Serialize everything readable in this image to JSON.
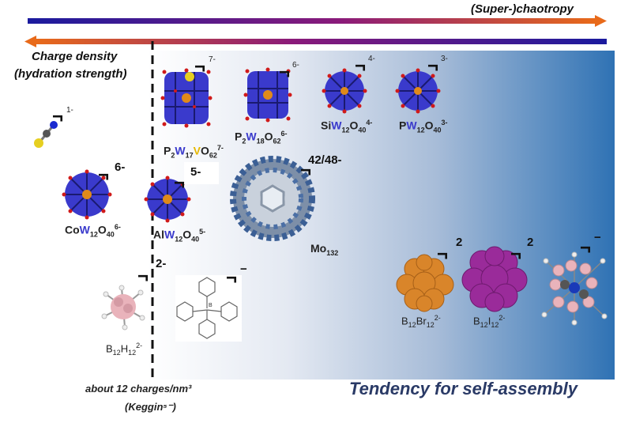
{
  "top_arrow_label": "(Super-)chaotropy",
  "left_axis_label_1": "Charge density",
  "left_axis_label_2": "(hydration strength)",
  "bottom_label_1": "about 12 charges/nm³",
  "bottom_label_2": "(Keggin⁵⁻)",
  "tendency_label": "Tendency for self-assembly",
  "colors": {
    "arrow_start": "#1a1a9e",
    "arrow_mid": "#9b1a6e",
    "arrow_end": "#e86a1a",
    "panel_dark": "#2f72b4",
    "polyhedra": "#3a3acc",
    "boron_pink": "#e9b3bb",
    "bromo_orange": "#d9852a",
    "iodo_purple": "#9a2b9a"
  },
  "species": {
    "scn": {
      "charge": "1-"
    },
    "p2w17v": {
      "p": "P",
      "p_sub": "2",
      "w": "W",
      "w_sub": "17",
      "v": "V",
      "o": "O",
      "o_sub": "62",
      "sup": "7-",
      "charge": "7-"
    },
    "p2w18": {
      "p": "P",
      "p_sub": "2",
      "w": "W",
      "w_sub": "18",
      "o": "O",
      "o_sub": "62",
      "sup": "6-",
      "charge": "6-"
    },
    "siw12": {
      "a": "Si",
      "w": "W",
      "w_sub": "12",
      "o": "O",
      "o_sub": "40",
      "sup": "4-",
      "charge": "4-"
    },
    "pw12": {
      "a": "P",
      "w": "W",
      "w_sub": "12",
      "o": "O",
      "o_sub": "40",
      "sup": "3-",
      "charge": "3-"
    },
    "cow12": {
      "a": "Co",
      "w": "W",
      "w_sub": "12",
      "o": "O",
      "o_sub": "40",
      "sup": "6-",
      "charge": "6-"
    },
    "alw12": {
      "a": "Al",
      "w": "W",
      "w_sub": "12",
      "o": "O",
      "o_sub": "40",
      "sup": "5-",
      "charge": "5-"
    },
    "mo132": {
      "name": "Mo",
      "sub": "132",
      "charge": "42/48-"
    },
    "b12h12": {
      "b": "B",
      "b_sub": "12",
      "h": "H",
      "h_sub": "12",
      "sup": "2-",
      "charge": "2-"
    },
    "bph4": {
      "boron": "B",
      "charge": "−"
    },
    "b12br12": {
      "b": "B",
      "b_sub": "12",
      "x": "Br",
      "x_sub": "12",
      "sup": "2-",
      "charge": "2"
    },
    "b12i12": {
      "b": "B",
      "b_sub": "12",
      "x": "I",
      "x_sub": "12",
      "sup": "2-",
      "charge": "2"
    },
    "cosan": {
      "charge": "−"
    }
  }
}
